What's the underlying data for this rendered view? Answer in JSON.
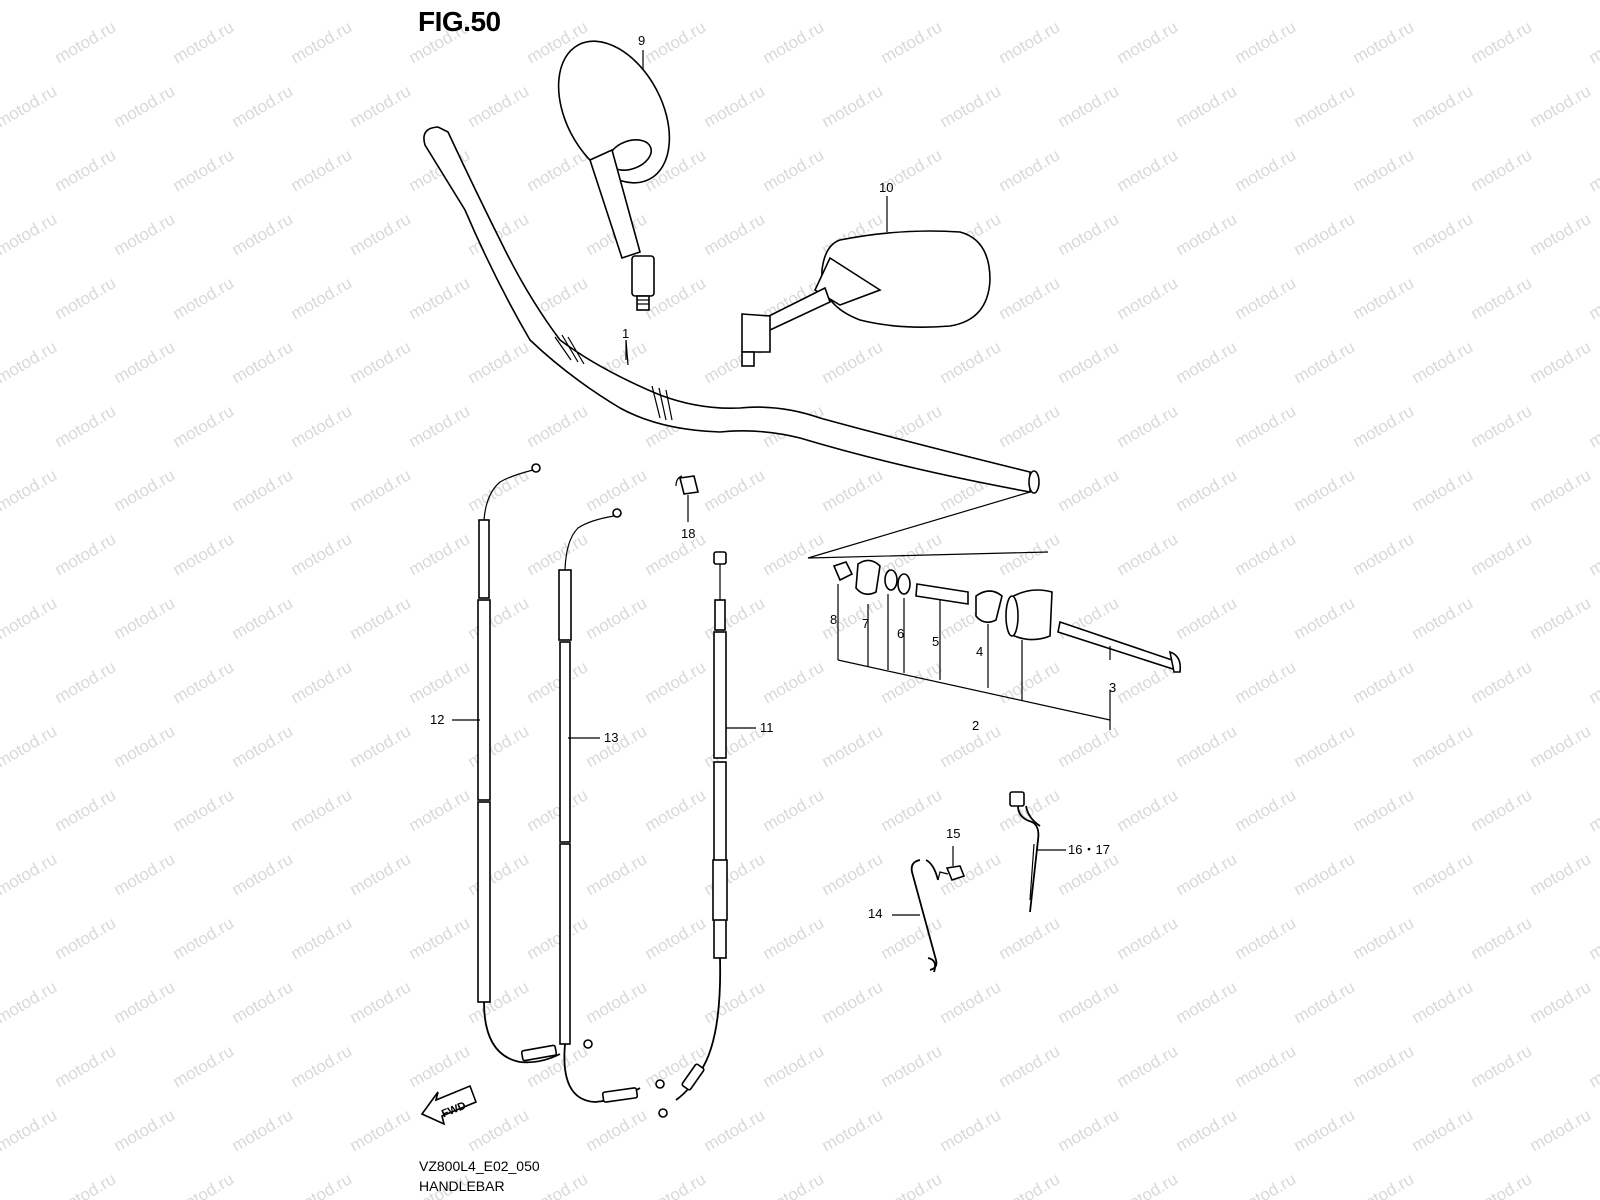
{
  "figure": {
    "title": "FIG.50",
    "code": "VZ800L4_E02_050",
    "name": "HANDLEBAR",
    "watermark": "motod.ru",
    "fwd_label": "FWD"
  },
  "callouts": {
    "c1": "1",
    "c2": "2",
    "c3": "3",
    "c4": "4",
    "c5": "5",
    "c6": "6",
    "c7": "7",
    "c8": "8",
    "c9": "9",
    "c10": "10",
    "c11": "11",
    "c12": "12",
    "c13": "13",
    "c14": "14",
    "c15": "15",
    "c16_17": "16・17",
    "c18": "18"
  },
  "colors": {
    "ink": "#000000",
    "watermark": "#d9d9d9",
    "paper": "#ffffff"
  }
}
